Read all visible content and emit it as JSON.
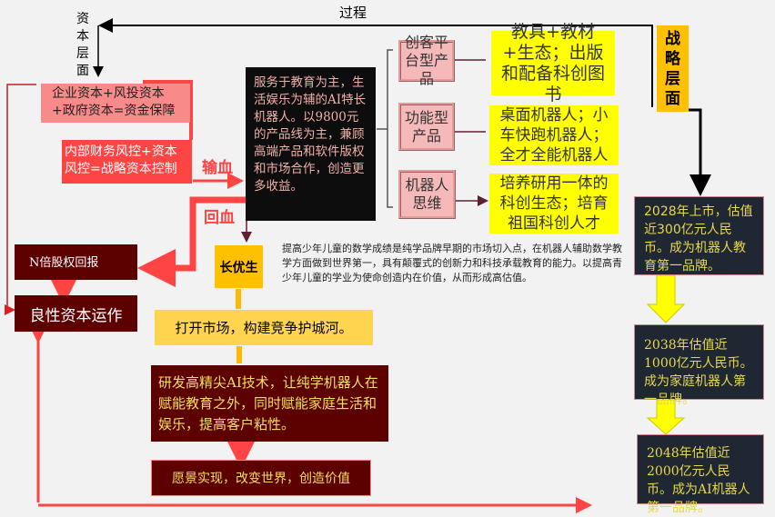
{
  "top_label": "过程",
  "capital_level": "资本层面",
  "funding": "企业资本+风投资本+政府资本=资金保障",
  "risk_control": "内部财务风控+资本风控=战略资本控制",
  "transfuse": "输血",
  "return_blood": "回血",
  "core": "服务于教育为主，生活娱乐为辅的AI特长机器人。以9800元的产品线为主，兼顾高端产品和软件版权和市场合作，创造更多收益。",
  "products": [
    {
      "type": "创客平台型产品",
      "desc": "教具+教材+生态；出版和配备科创图书"
    },
    {
      "type": "功能型产品",
      "desc": "桌面机器人；小车快跑机器人；全才全能机器人"
    },
    {
      "type": "机器人思维",
      "desc": "培养研用一体的科创生态；培育祖国科创人才"
    }
  ],
  "strategy_level": "战略层面",
  "milestones": [
    "2028年上市，估值近300亿元人民币。成为机器人教育第一品牌。",
    "2038年估值近1000亿元人民币。成为家庭机器人第一品牌。",
    "2048年估值近2000亿元人民币。成为AI机器人第一品牌。"
  ],
  "equity_return": "N倍股权回报",
  "capital_operation": "良性资本运作",
  "brand": "长优生",
  "brand_desc": "提高少年儿童的数学成绩是纯学品牌早期的市场切入点，在机器人辅助数学教学方面做到世界第一，具有颠覆式的创新力和科技承载教育的能力。以提高青少年儿童的学业为使命创造内在价值，从而形成高估值。",
  "steps": [
    "打开市场，构建竞争护城河。",
    "研发高精尖AI技术，让纯学机器人在赋能教育之外，同时赋能家庭生活和娱乐，提高客户粘性。",
    "愿景实现，改变世界，创造价值"
  ]
}
